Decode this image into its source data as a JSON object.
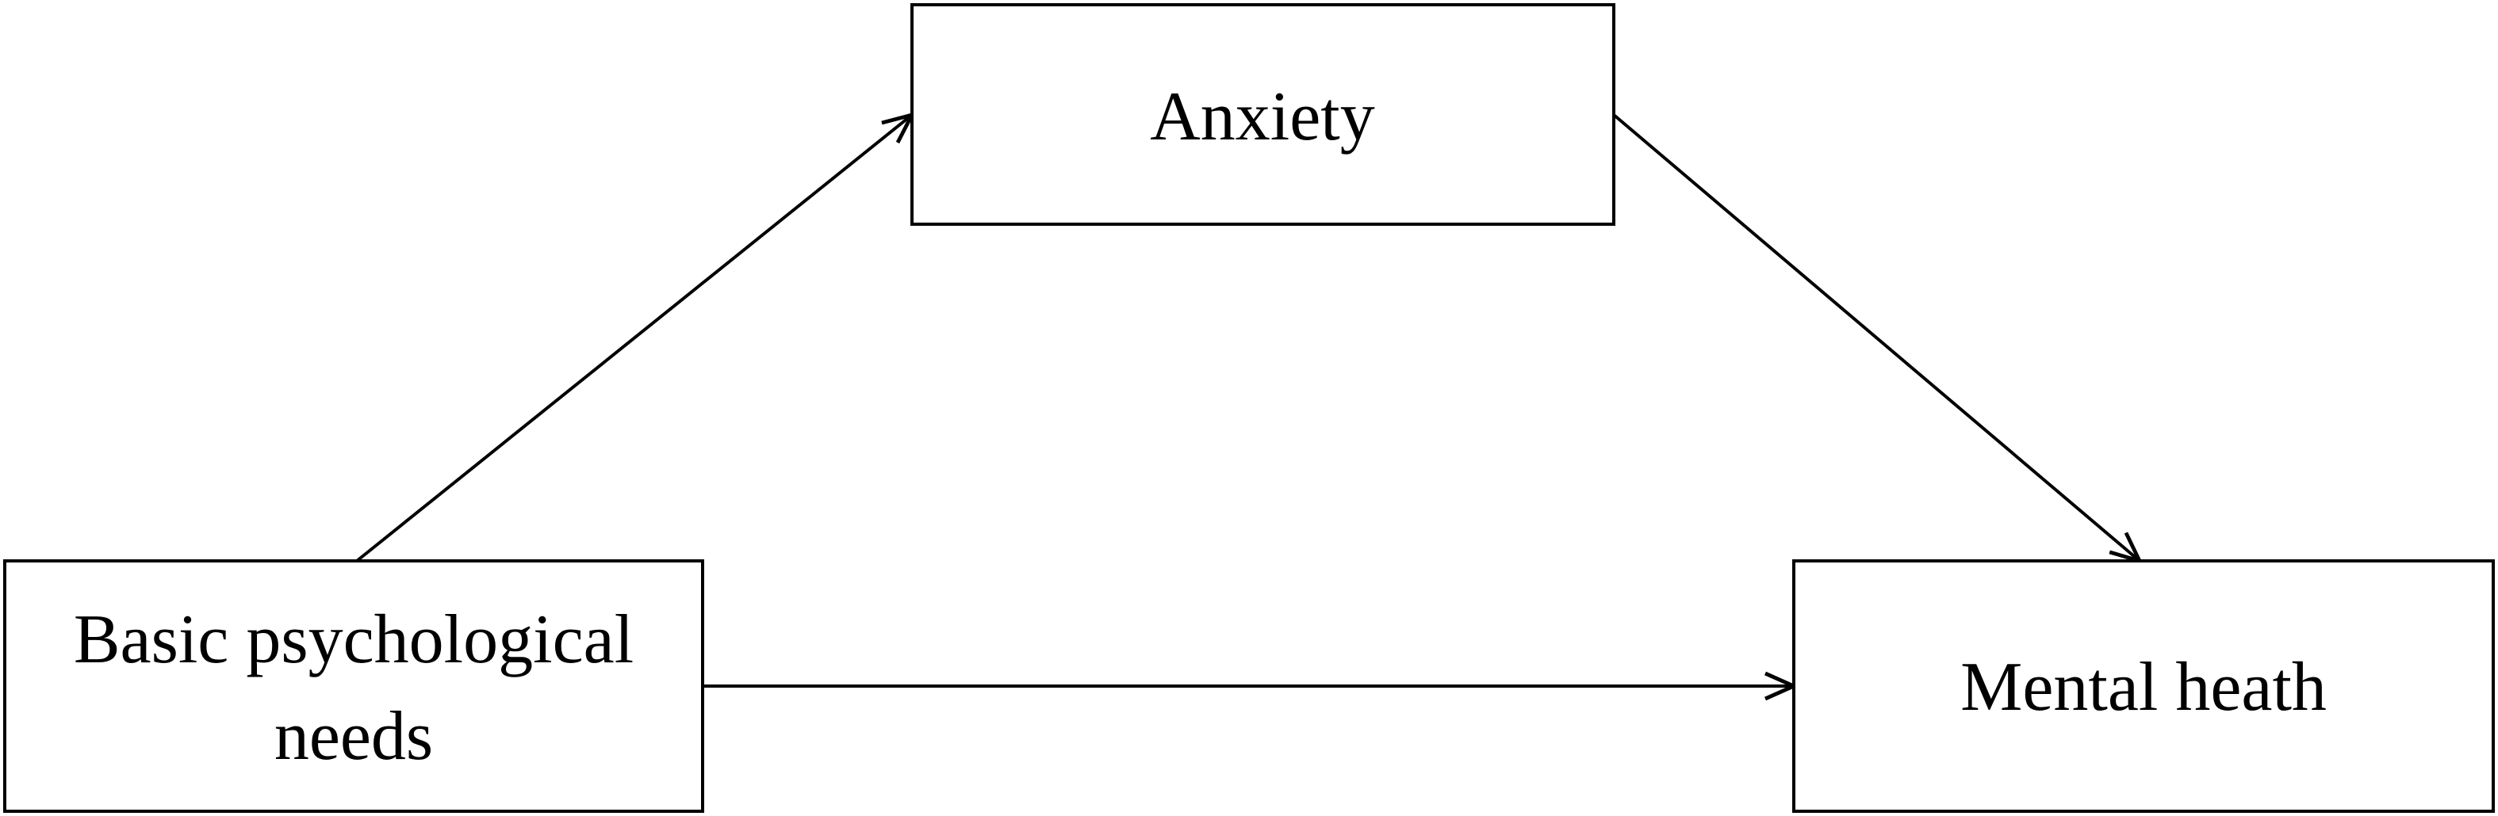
{
  "diagram": {
    "nodes": {
      "mediator": {
        "label": "Anxiety"
      },
      "predictor": {
        "label_line1": "Basic psychological",
        "label_line2": "needs"
      },
      "outcome": {
        "label": "Mental heath"
      }
    },
    "colors": {
      "stroke": "#000000",
      "background": "#ffffff"
    }
  }
}
